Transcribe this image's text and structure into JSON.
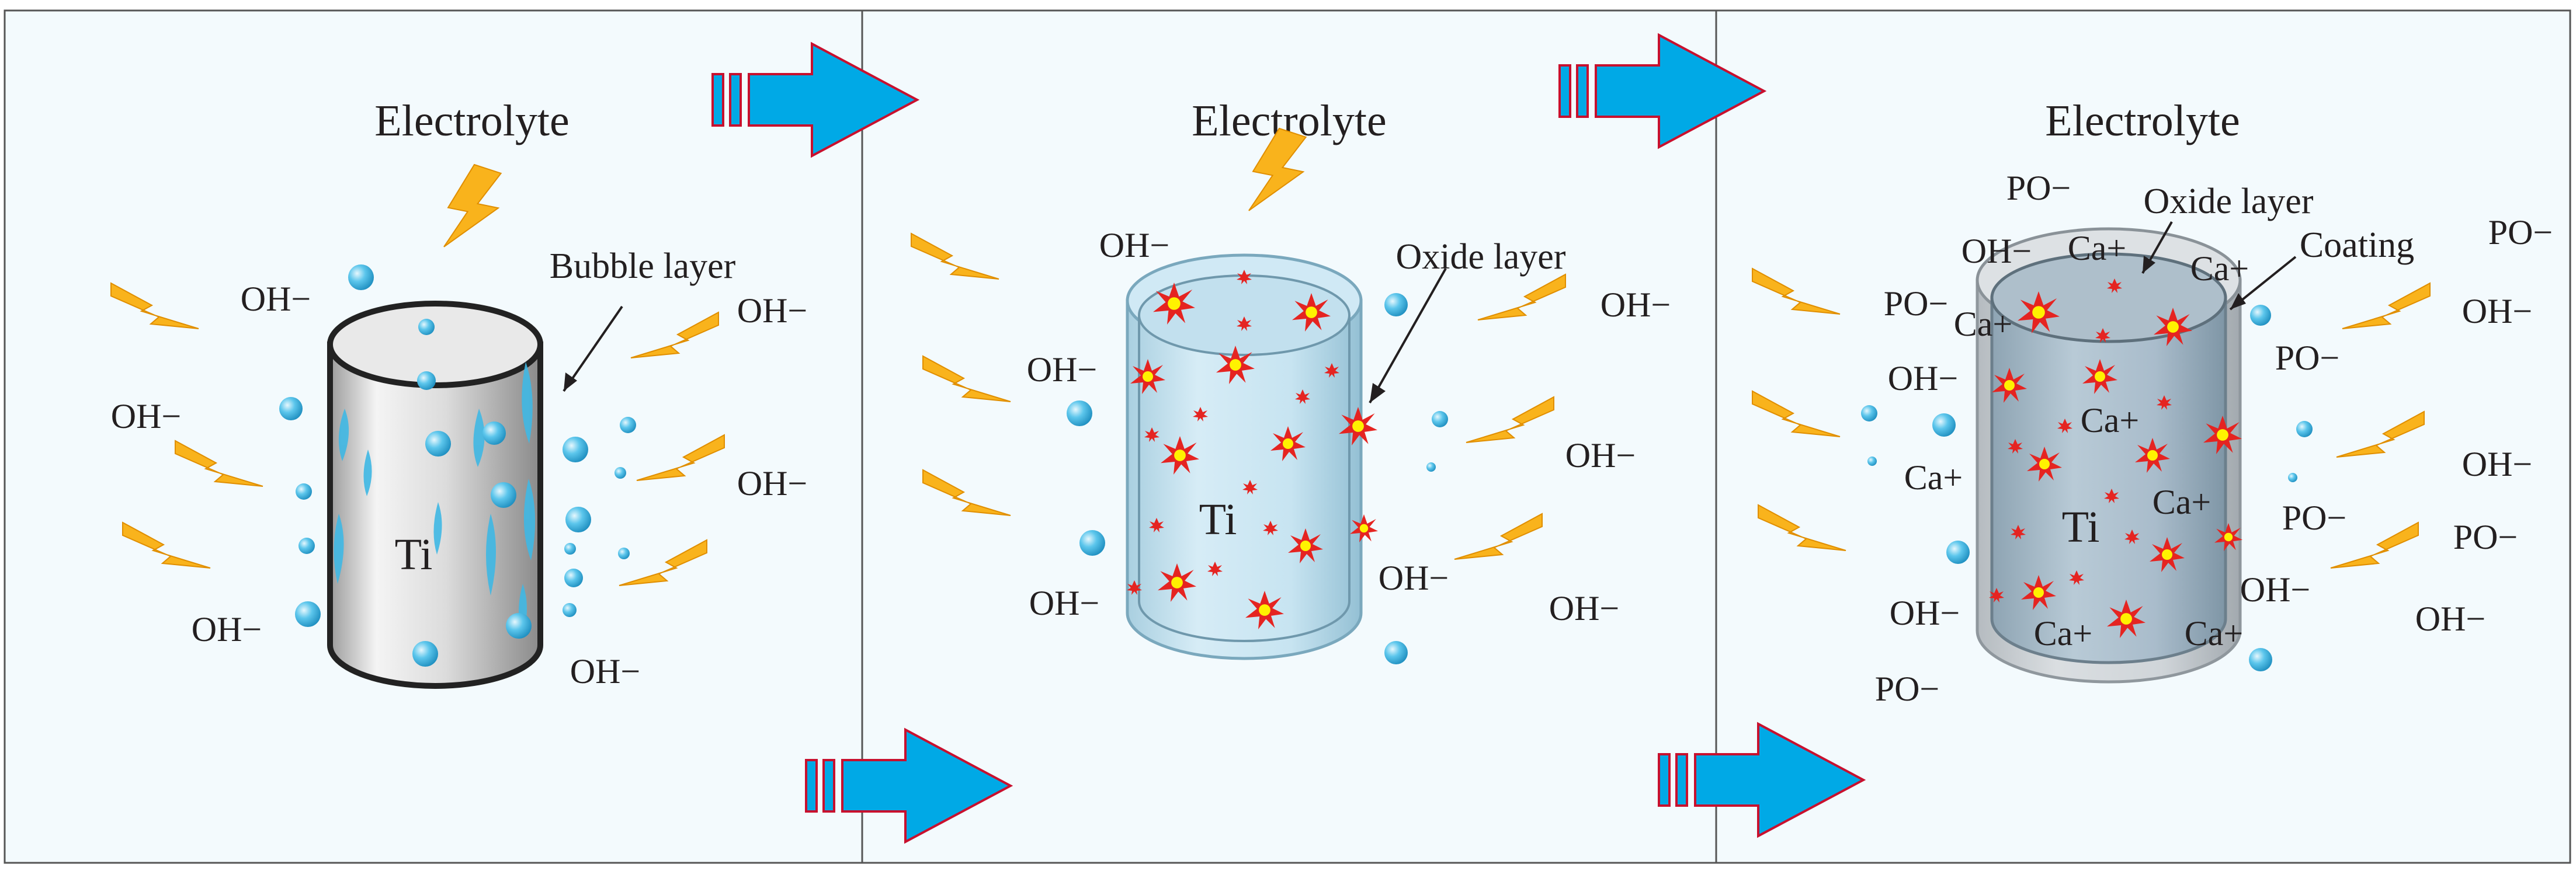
{
  "panels": [
    {
      "title": "Electrolyte",
      "metal_label": "Ti",
      "layer_labels": [
        "Bubble layer"
      ],
      "ions": [
        "OH−",
        "OH−",
        "OH−",
        "OH−",
        "OH−",
        "OH−"
      ]
    },
    {
      "title": "Electrolyte",
      "metal_label": "Ti",
      "layer_labels": [
        "Oxide layer"
      ],
      "ions": [
        "OH−",
        "OH−",
        "OH−",
        "OH−",
        "OH−",
        "OH−",
        "OH−"
      ]
    },
    {
      "title": "Electrolyte",
      "metal_label": "Ti",
      "layer_labels": [
        "Oxide layer",
        "Coating"
      ],
      "ions": [
        "PO−",
        "OH−",
        "Ca+",
        "Ca+",
        "PO−",
        "Ca+",
        "OH−",
        "Ca+",
        "Ca+",
        "Ca+",
        "Ca+",
        "OH−",
        "Ca+",
        "PO−",
        "PO−",
        "OH−",
        "PO−",
        "OH−",
        "PO−",
        "OH−",
        "OH−",
        "PO−"
      ]
    }
  ],
  "colors": {
    "arrow_fill": "#00a9e6",
    "arrow_stroke": "#c8102e",
    "lightning_fill": "#f9b31c",
    "panel_bg": "#f3fafd",
    "spark_red": "#e52421",
    "spark_yellow": "#fff200",
    "bubble": "#3fb8e4"
  },
  "icons": [
    "lightning-icon",
    "bubble-icon",
    "spark-icon",
    "process-arrow-icon"
  ]
}
